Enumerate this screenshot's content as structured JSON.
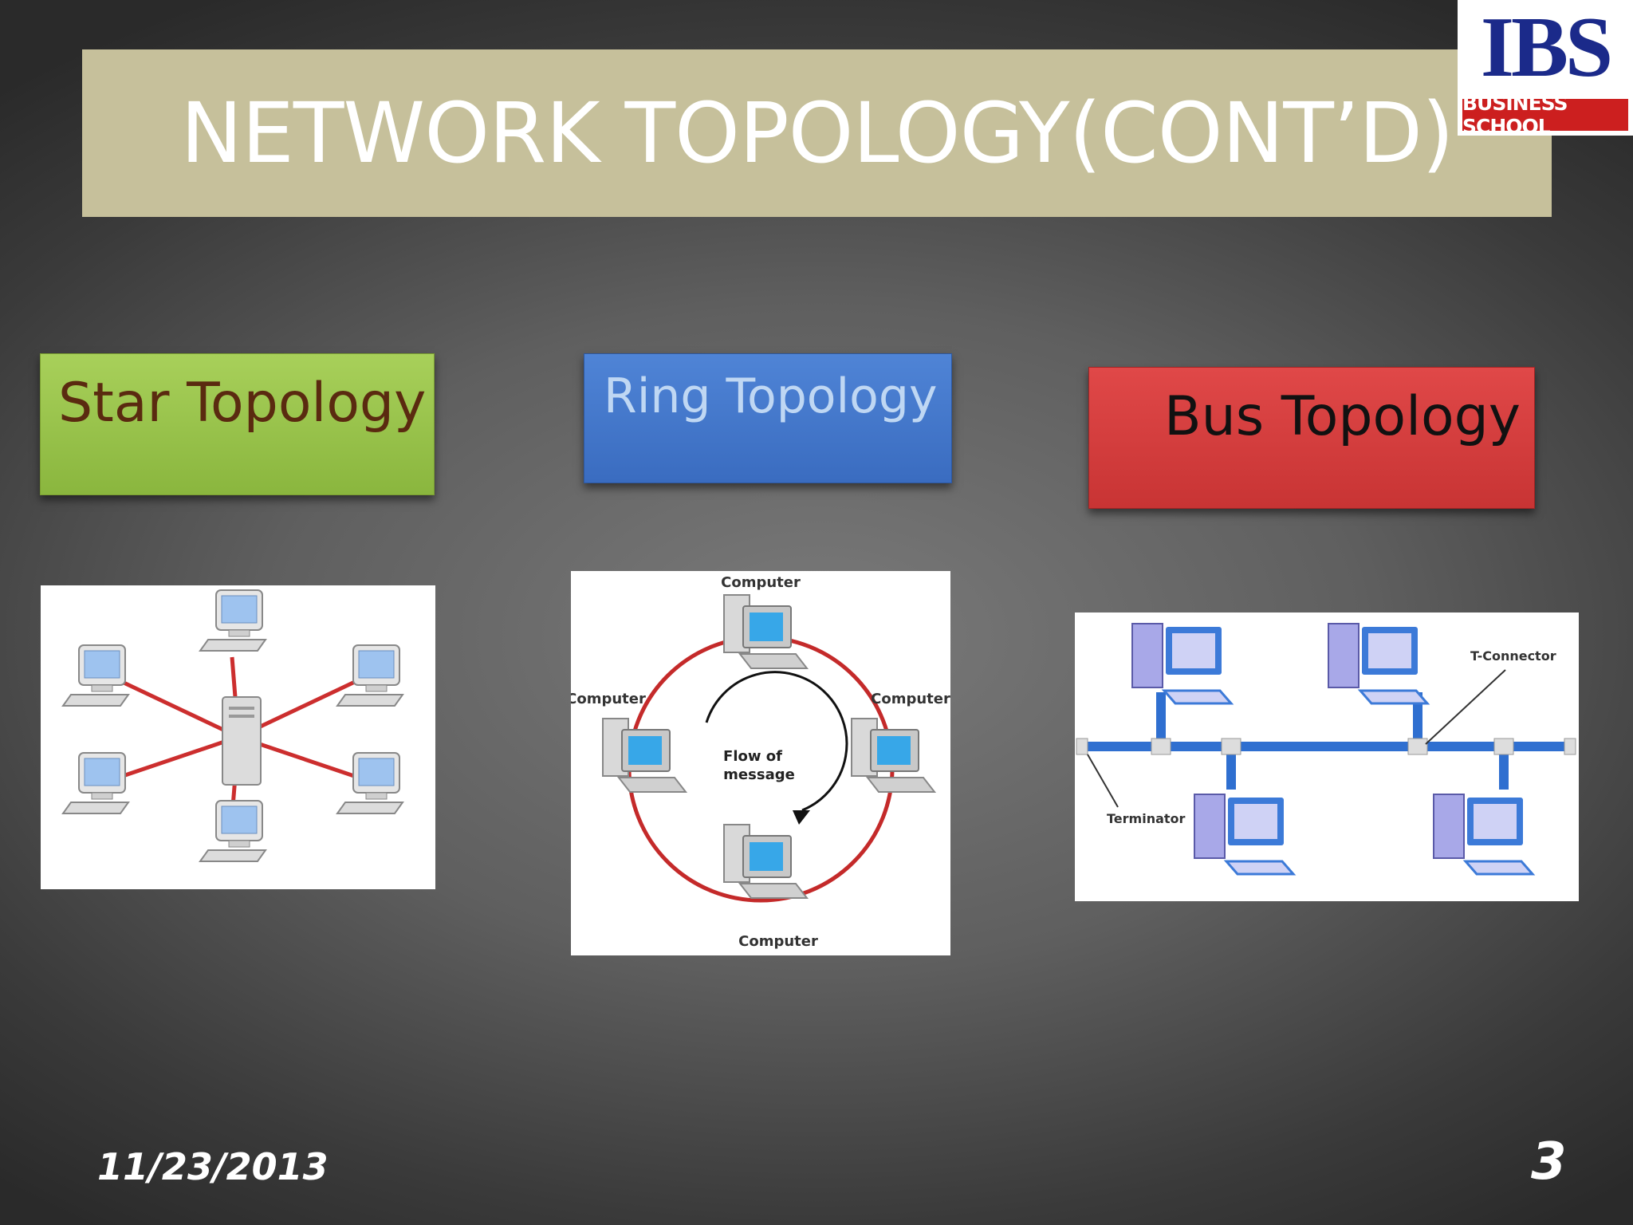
{
  "slide": {
    "title": "NETWORK TOPOLOGY(CONT’D)",
    "date": "11/23/2013",
    "number": "3"
  },
  "logo": {
    "name": "IBS",
    "tagline": "BUSINESS SCHOOL"
  },
  "topologies": {
    "star": {
      "label": "Star Topology"
    },
    "ring": {
      "label": "Ring Topology",
      "node_label": "Computer",
      "flow_line1": "Flow of",
      "flow_line2": "message"
    },
    "bus": {
      "label": "Bus Topology",
      "t_connector": "T-Connector",
      "terminator": "Terminator"
    }
  },
  "colors": {
    "title_bar": "#c6c09b",
    "star_box": "#8ab63e",
    "ring_box": "#3a6cc0",
    "bus_box": "#c83434",
    "logo_text": "#1b2a8a",
    "logo_band": "#cc1f1f",
    "link_red": "#cc2e2e",
    "bus_blue": "#2f6fd0"
  }
}
